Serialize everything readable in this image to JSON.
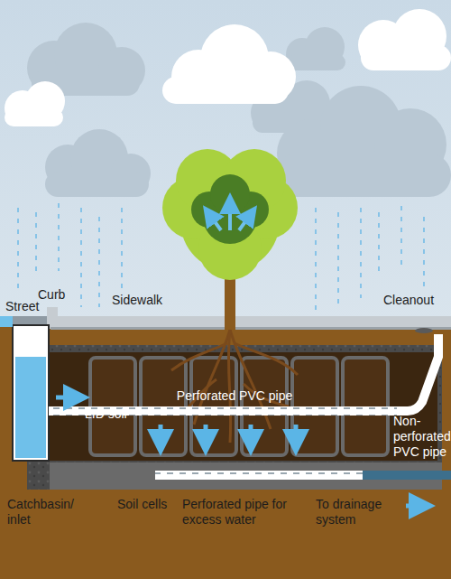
{
  "diagram": {
    "labels": [
      "Street",
      "Curb",
      "Sidewalk",
      "Cleanout",
      "Perforated PVC pipe",
      "LID soil",
      "Non-perforated PVC pipe",
      "Catchbasin/ inlet",
      "Soil cells",
      "Perforated pipe for excess water",
      "To drainage system"
    ]
  }
}
